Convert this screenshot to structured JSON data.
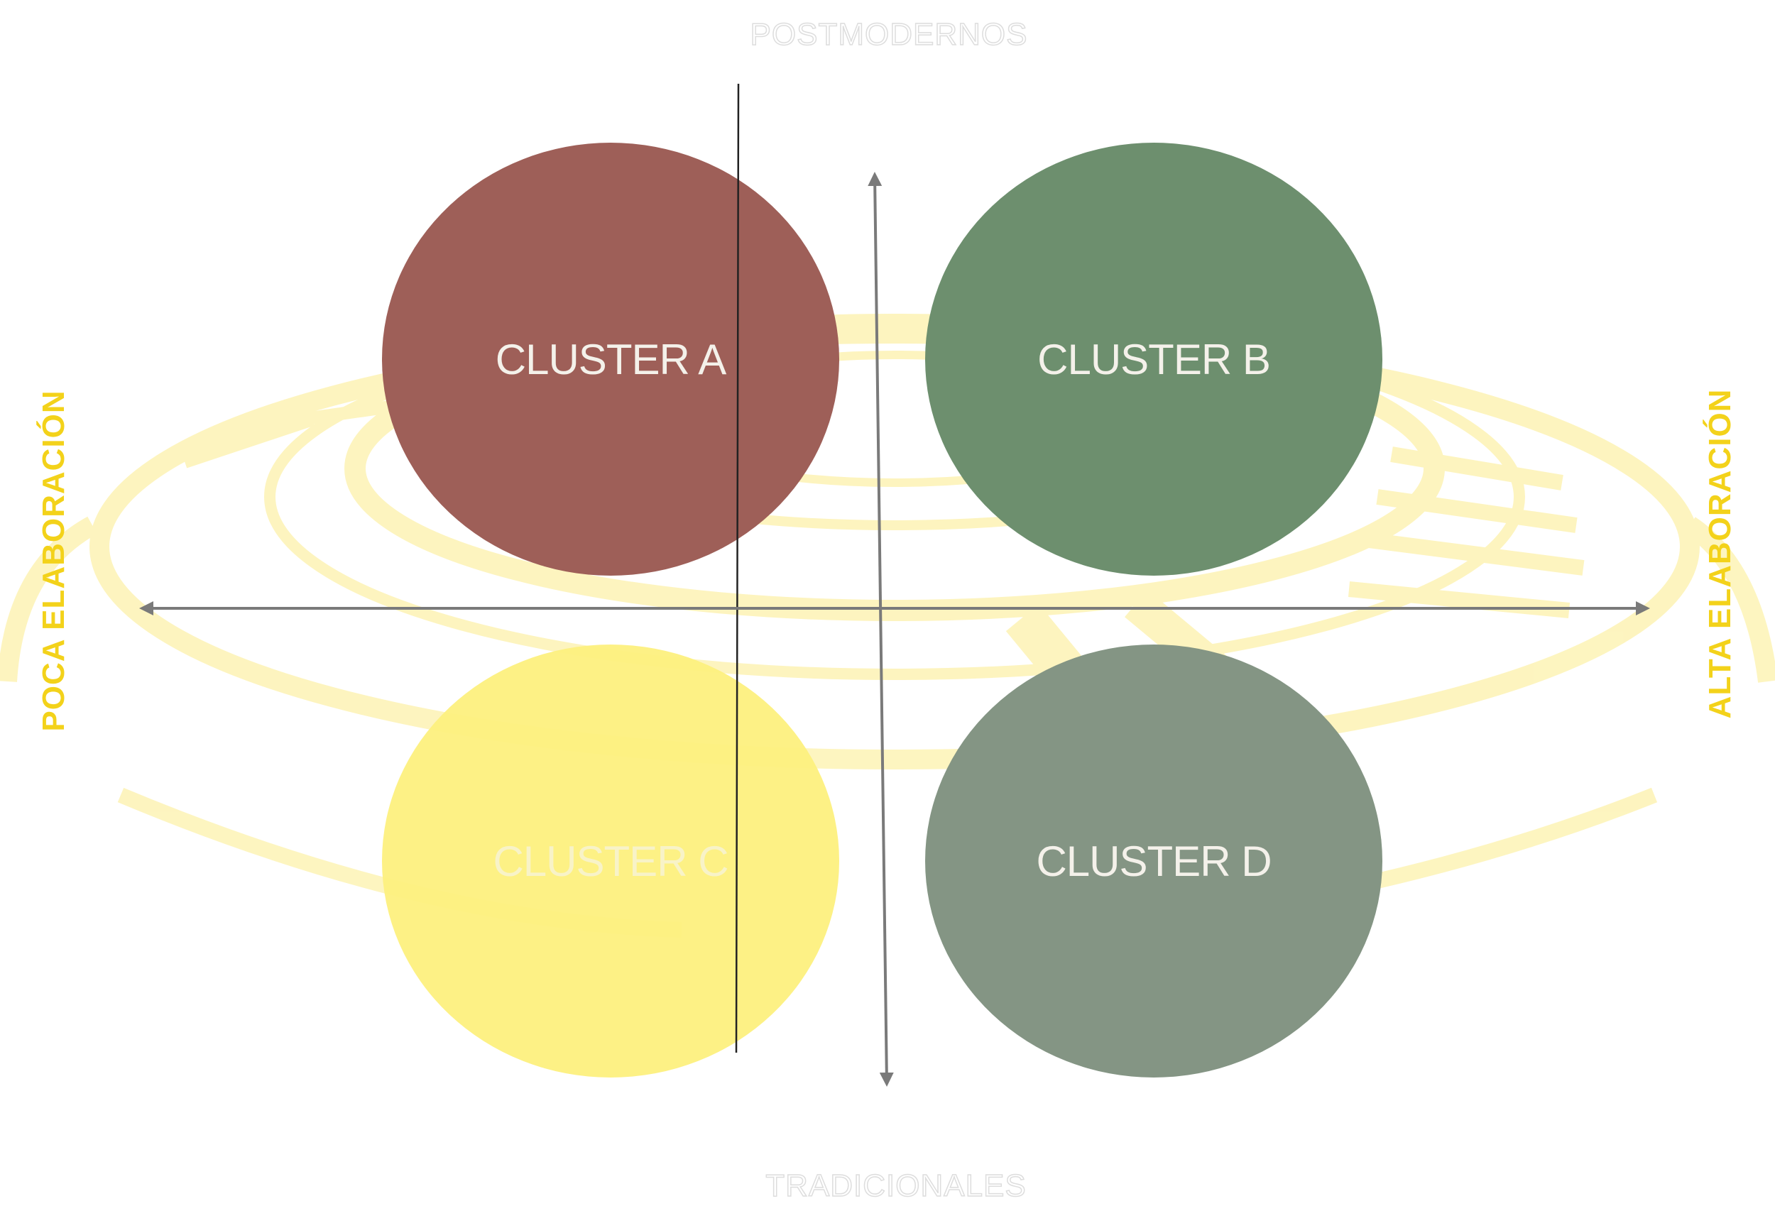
{
  "axis_labels": {
    "top": "POSTMODERNOS",
    "bottom": "TRADICIONALES",
    "left": "POCA ELABORACIÓN",
    "right": "ALTA ELABORACIÓN"
  },
  "clusters": [
    {
      "id": "a",
      "label": "CLUSTER A",
      "color": "#9e5f58"
    },
    {
      "id": "b",
      "label": "CLUSTER B",
      "color": "#6d8f6e"
    },
    {
      "id": "c",
      "label": "CLUSTER C",
      "color": "#fdf07e"
    },
    {
      "id": "d",
      "label": "CLUSTER D",
      "color": "#849584"
    }
  ],
  "colors": {
    "axis": "#7a7a7a",
    "accent_yellow": "#f3d21a",
    "watermark": "#fdf3b5",
    "label_text": "#f4f1ea"
  }
}
